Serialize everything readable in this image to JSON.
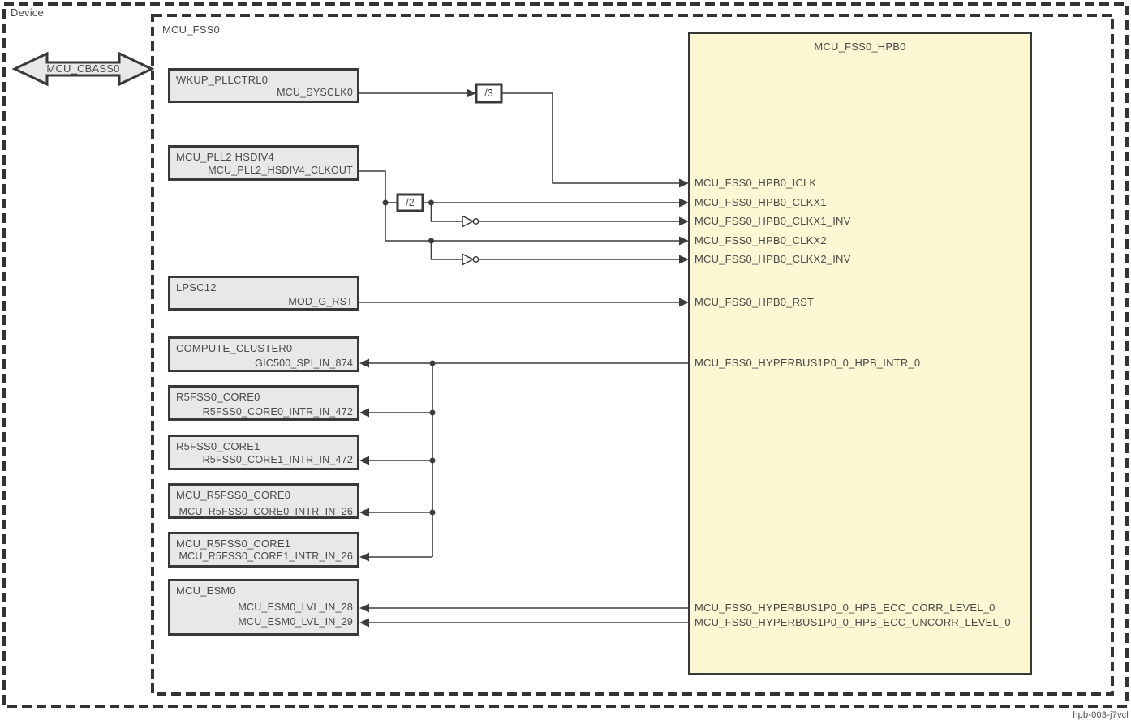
{
  "device": {
    "label": "Device"
  },
  "bus": {
    "label": "MCU_CBASS0"
  },
  "subsystem": {
    "label": "MCU_FSS0"
  },
  "hpb": {
    "title": "MCU_FSS0_HPB0",
    "pins": [
      "MCU_FSS0_HPB0_ICLK",
      "MCU_FSS0_HPB0_CLKX1",
      "MCU_FSS0_HPB0_CLKX1_INV",
      "MCU_FSS0_HPB0_CLKX2",
      "MCU_FSS0_HPB0_CLKX2_INV",
      "MCU_FSS0_HPB0_RST",
      "MCU_FSS0_HYPERBUS1P0_0_HPB_INTR_0",
      "MCU_FSS0_HYPERBUS1P0_0_HPB_ECC_CORR_LEVEL_0",
      "MCU_FSS0_HYPERBUS1P0_0_HPB_ECC_UNCORR_LEVEL_0"
    ]
  },
  "blocks": [
    {
      "title": "WKUP_PLLCTRL0",
      "pins": [
        "MCU_SYSCLK0"
      ]
    },
    {
      "title": "MCU_PLL2 HSDIV4",
      "pins": [
        "MCU_PLL2_HSDIV4_CLKOUT"
      ]
    },
    {
      "title": "LPSC12",
      "pins": [
        "MOD_G_RST"
      ]
    },
    {
      "title": "COMPUTE_CLUSTER0",
      "pins": [
        "GIC500_SPI_IN_874"
      ]
    },
    {
      "title": "R5FSS0_CORE0",
      "pins": [
        "R5FSS0_CORE0_INTR_IN_472"
      ]
    },
    {
      "title": "R5FSS0_CORE1",
      "pins": [
        "R5FSS0_CORE1_INTR_IN_472"
      ]
    },
    {
      "title": "MCU_R5FSS0_CORE0",
      "pins": [
        "MCU_R5FSS0_CORE0_INTR_IN_26"
      ]
    },
    {
      "title": "MCU_R5FSS0_CORE1",
      "pins": [
        "MCU_R5FSS0_CORE1_INTR_IN_26"
      ]
    },
    {
      "title": "MCU_ESM0",
      "pins": [
        "MCU_ESM0_LVL_IN_28",
        "MCU_ESM0_LVL_IN_29"
      ]
    }
  ],
  "dividers": {
    "div3": "/3",
    "div2": "/2"
  },
  "watermark": "hpb-003-j7vcl",
  "colors": {
    "hpb_fill": "#FDF7D3",
    "hpb_border": "#383838",
    "block_fill": "#E8E8E8",
    "block_border": "#383838",
    "line": "#3C3C3C",
    "text": "#4A4A4A"
  }
}
